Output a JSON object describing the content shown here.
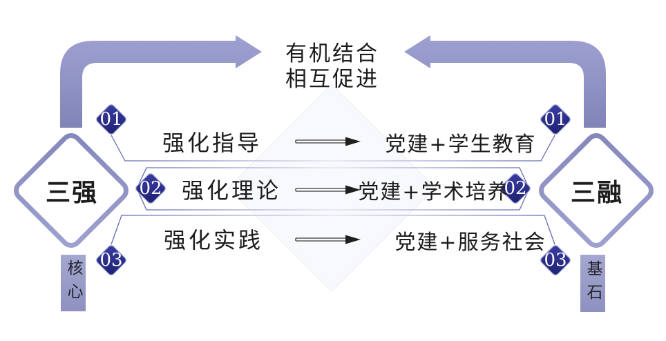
{
  "title": {
    "line1": "有机结合",
    "line2": "相互促进"
  },
  "left_node": {
    "diamond_label": "三强",
    "caption": "核心"
  },
  "right_node": {
    "diamond_label": "三融",
    "caption": "基石"
  },
  "rows": [
    {
      "number": "01",
      "left_label": "强化指导",
      "right_label": "党建+学生教育"
    },
    {
      "number": "02",
      "left_label": "强化理论",
      "right_label": "党建+学术培养"
    },
    {
      "number": "03",
      "left_label": "强化实践",
      "right_label": "党建+服务社会"
    }
  ],
  "colors": {
    "text": "#1c1c1c",
    "arrow": "#9093c5",
    "outline": "#8c8fc2",
    "badge": "#272a8c",
    "box": "#999cc6"
  }
}
